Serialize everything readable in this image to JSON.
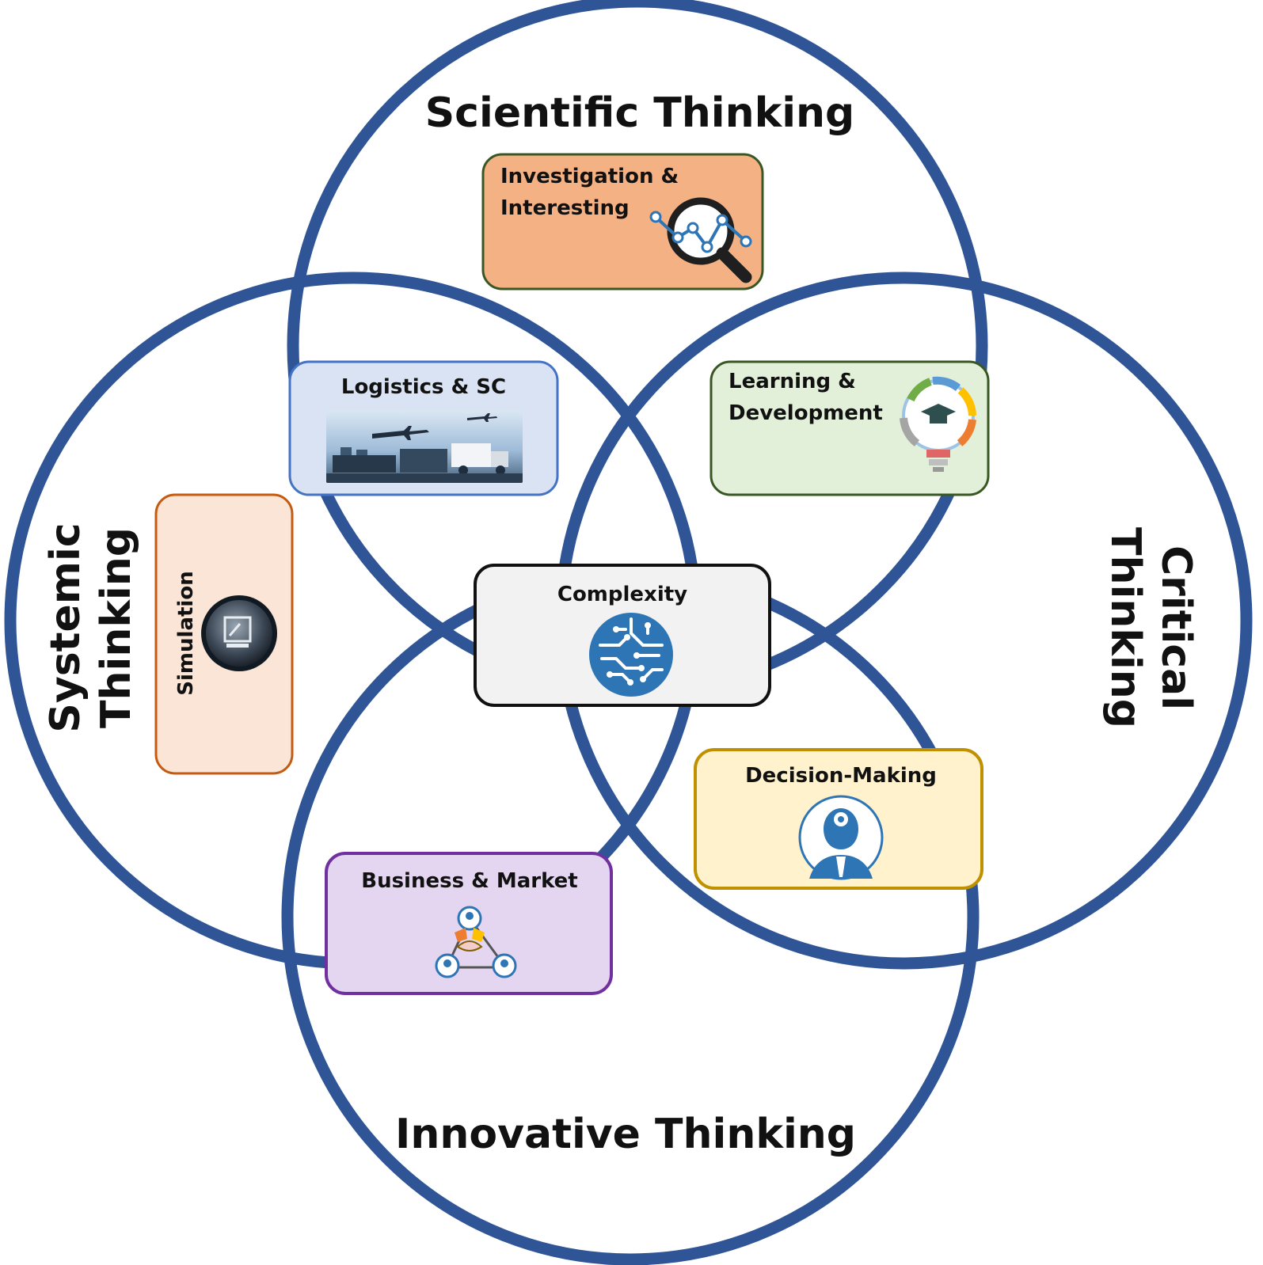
{
  "circles": {
    "scientific": {
      "title": "Scientific Thinking"
    },
    "systemic": {
      "title_line1": "Systemic",
      "title_line2": "Thinking"
    },
    "critical": {
      "title_line1": "Critical",
      "title_line2": "Thinking"
    },
    "innovative": {
      "title": "Innovative Thinking"
    }
  },
  "boxes": {
    "investigation": {
      "line1": "Investigation &",
      "line2": "Interesting",
      "icon": "magnifier-chart-icon",
      "fill": "#f4b183",
      "stroke": "#385723"
    },
    "logistics": {
      "label": "Logistics & SC",
      "icon": "logistics-photo",
      "fill": "#dae3f3",
      "stroke": "#4472c4"
    },
    "learning": {
      "line1": "Learning &",
      "line2": "Development",
      "icon": "lightbulb-graduation-icon",
      "fill": "#e2f0d9",
      "stroke": "#385723"
    },
    "simulation": {
      "label": "Simulation",
      "icon": "simulation-screen-icon",
      "fill": "#fbe5d6",
      "stroke": "#c55a11"
    },
    "complexity": {
      "label": "Complexity",
      "icon": "circuit-brain-icon",
      "fill": "#f2f2f2",
      "stroke": "#111111"
    },
    "decision": {
      "label": "Decision-Making",
      "icon": "head-gear-icon",
      "fill": "#fff2cc",
      "stroke": "#bf9000"
    },
    "business": {
      "label": "Business & Market",
      "icon": "handshake-network-icon",
      "fill": "#e4d6f0",
      "stroke": "#7030a0"
    }
  },
  "colors": {
    "circle_stroke": "#2f5597",
    "icon_blue": "#2e75b6"
  }
}
